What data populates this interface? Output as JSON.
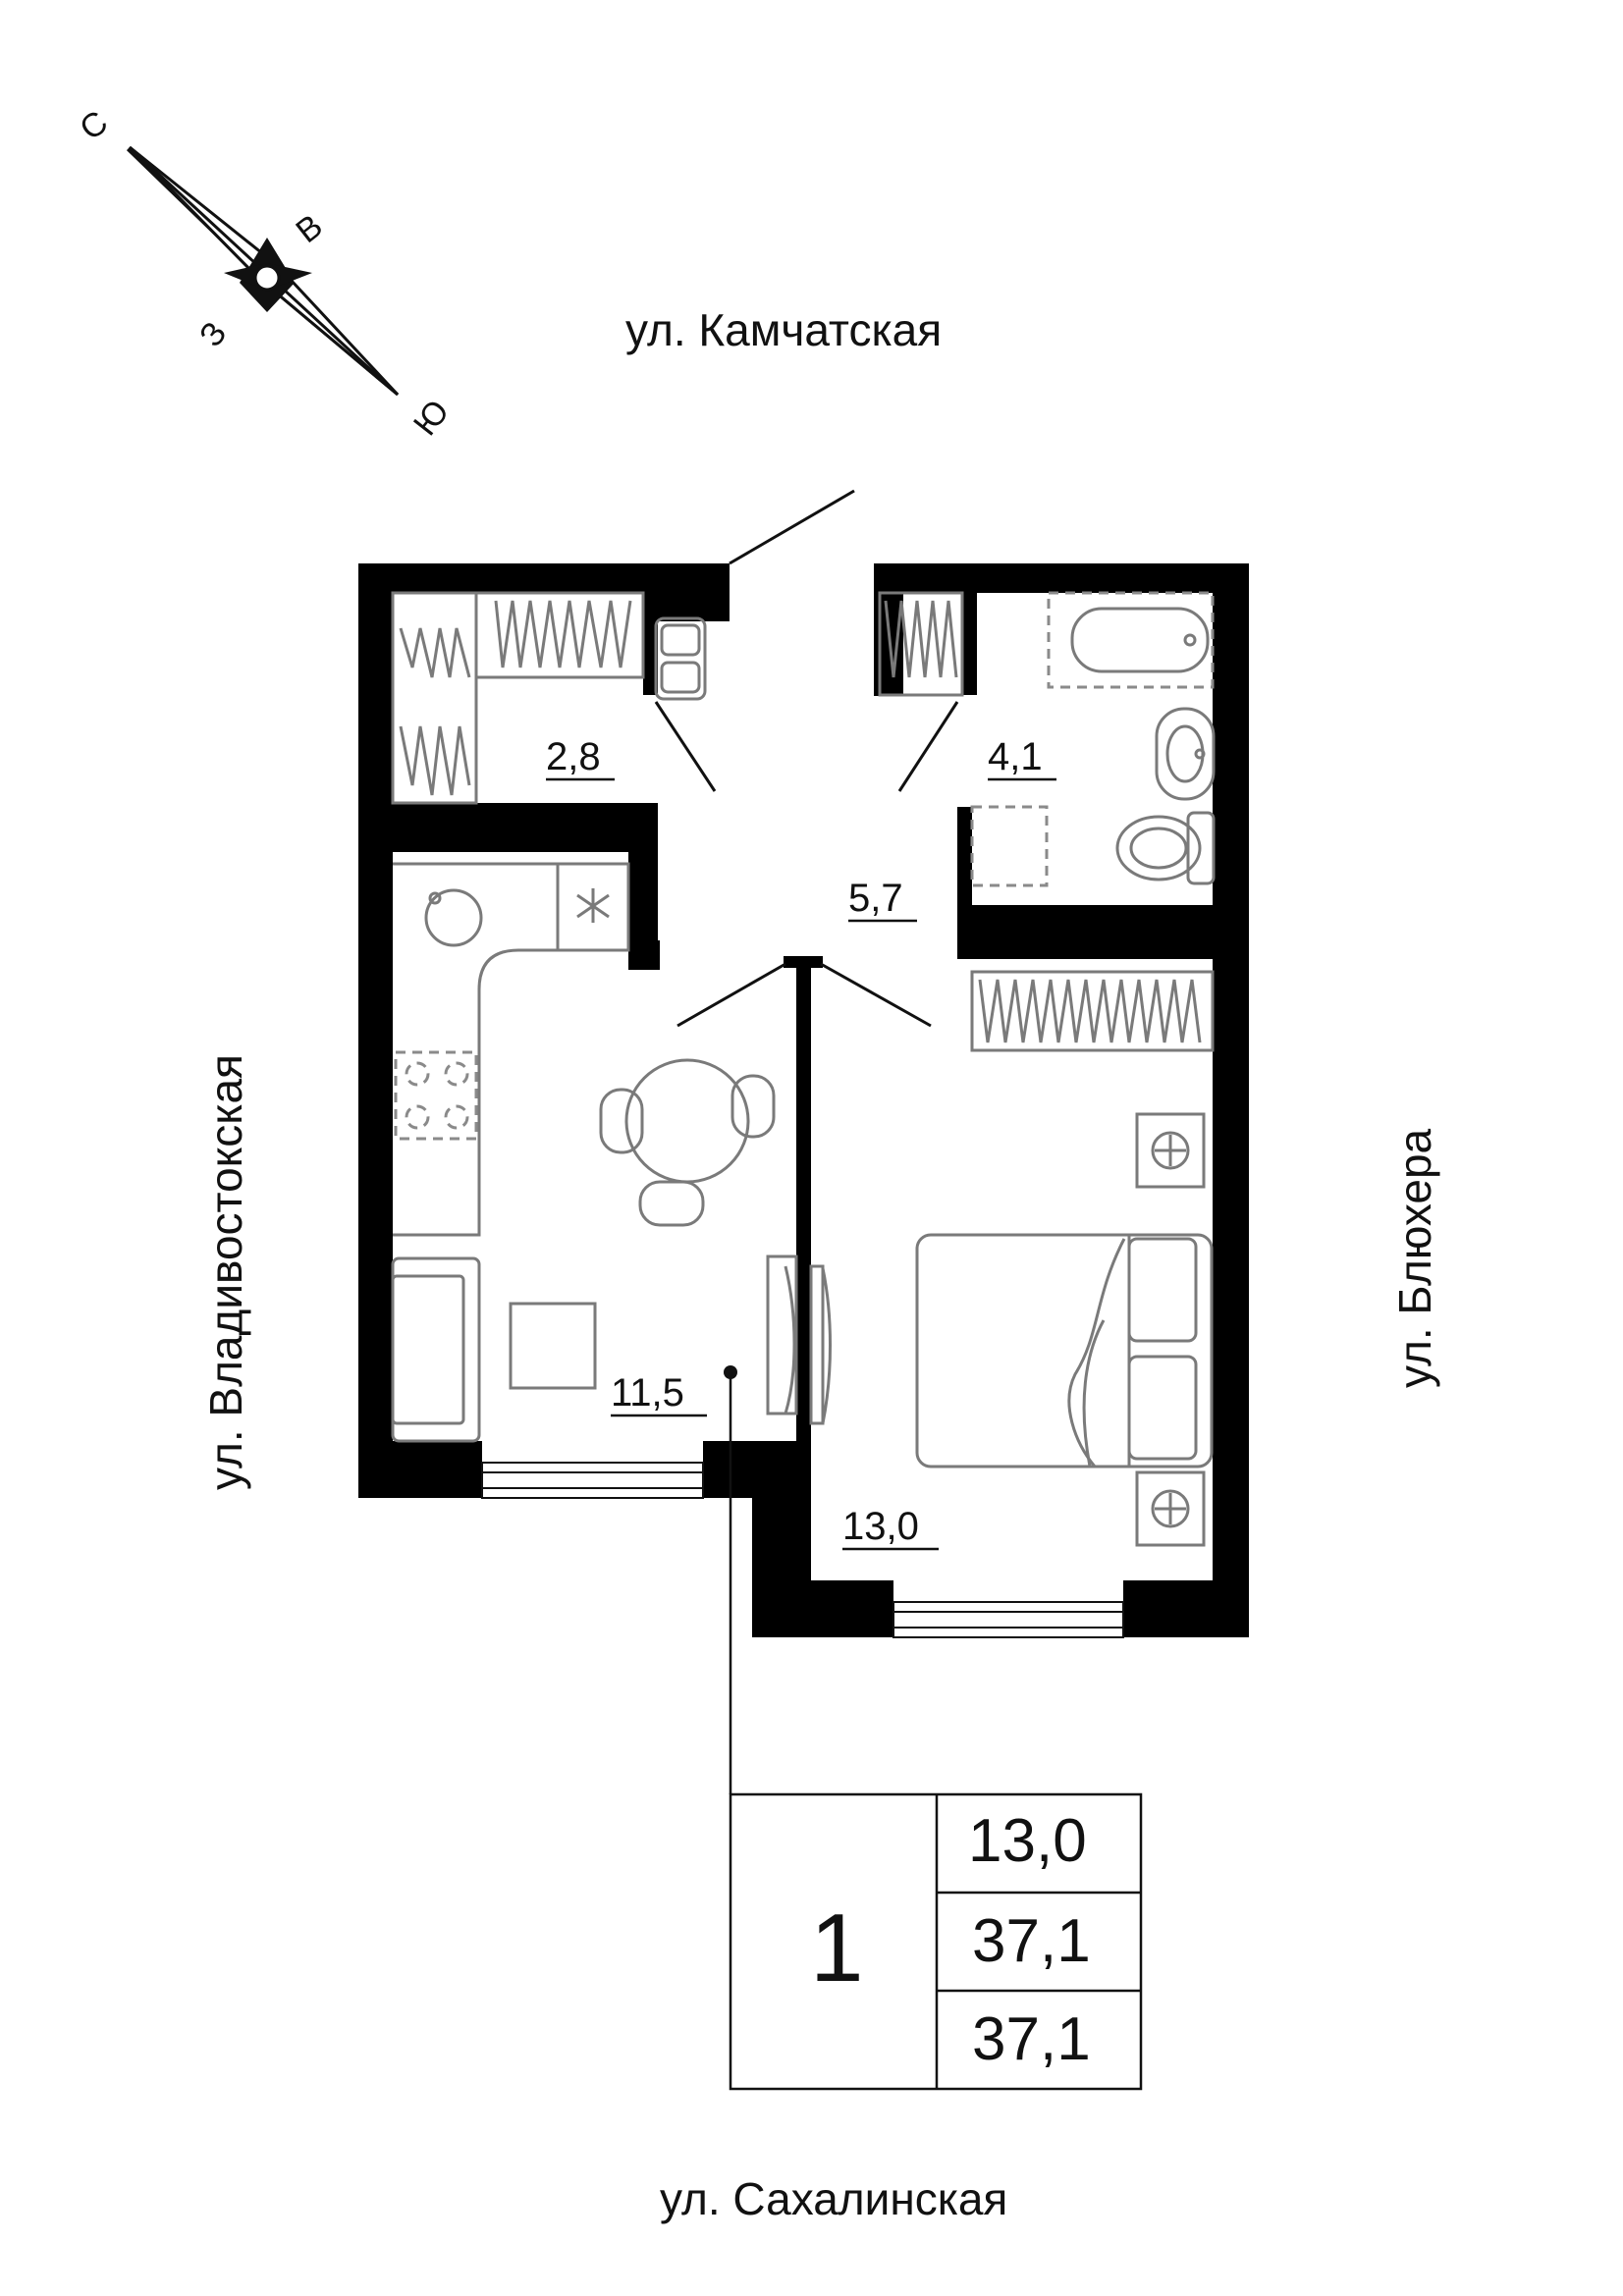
{
  "compass": {
    "n": "С",
    "e": "В",
    "s": "Ю",
    "w": "З"
  },
  "streets": {
    "top": "ул. Камчатская",
    "left": "ул. Владивостокская",
    "right": "ул. Блюхера",
    "bottom": "ул. Сахалинская"
  },
  "rooms": {
    "wardrobe": "2,8",
    "bathroom": "4,1",
    "hall": "5,7",
    "kitchen": "11,5",
    "bedroom": "13,0"
  },
  "summary": {
    "rooms_count": "1",
    "living_area": "13,0",
    "total_area": "37,1",
    "total_area_with_balcony": "37,1"
  }
}
